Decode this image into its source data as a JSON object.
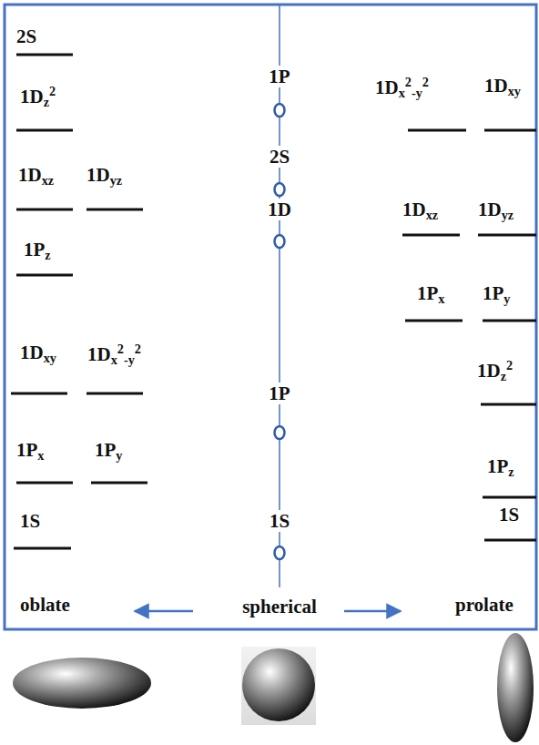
{
  "diagram": {
    "labels": [
      "2S",
      "1Dz2",
      "1Dxz",
      "1Dyz",
      "1Pz",
      "1Dxy",
      "1Dx2-y2",
      "1Px",
      "1Py",
      "1S",
      "1P",
      "2S",
      "1D",
      "1P",
      "1S",
      "1Dx2-y2",
      "1Dxy",
      "1Dxz",
      "1Dyz",
      "1Px",
      "1Py",
      "1Dz2",
      "1Pz",
      "1S",
      "oblate",
      "spherical",
      "prolate"
    ]
  }
}
